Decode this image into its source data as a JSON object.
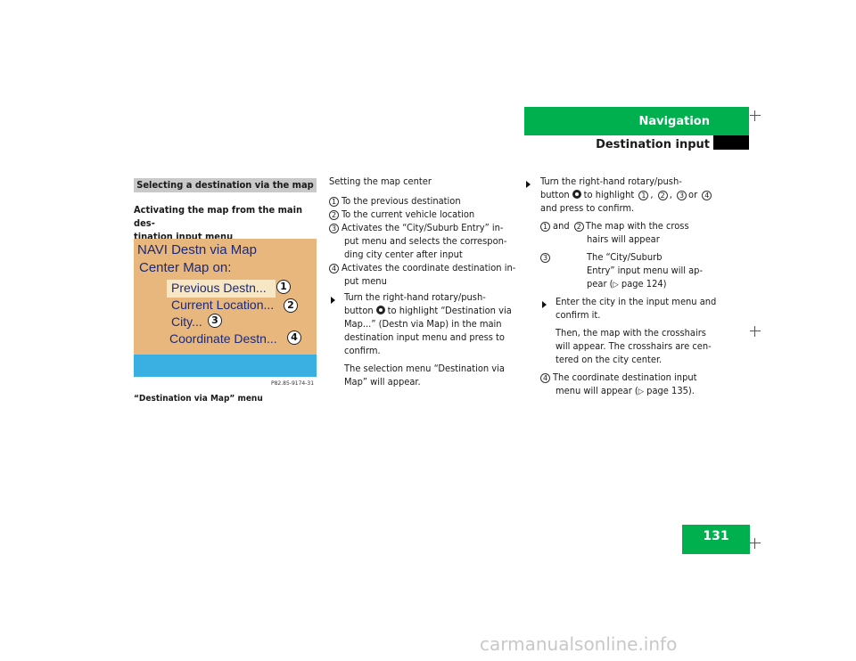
{
  "header": {
    "title": "Navigation",
    "subtitle": "Destination input"
  },
  "page_number": "131",
  "section": {
    "title": "Selecting a destination via the map",
    "heading_line1": "Activating the map from the main des-",
    "heading_line2": "tination input menu"
  },
  "screenshot": {
    "title": "NAVI Destn via Map",
    "subtitle": "Center Map on:",
    "items": [
      {
        "label": "Previous Destn...",
        "num": "1"
      },
      {
        "label": "Current Location...",
        "num": "2"
      },
      {
        "label": "City...",
        "num": "3"
      },
      {
        "label": "Coordinate Destn...",
        "num": "4"
      }
    ],
    "code": "P82.85-9174-31",
    "caption": "“Destination via Map” menu"
  },
  "col2": {
    "l0": "Setting the map center",
    "n1": "1",
    "l1": "To the previous destination",
    "n2": "2",
    "l2": "To the current vehicle location",
    "n3": "3",
    "l3": "Activates the “City/Suburb Entry” in-",
    "l3b": "put menu and selects the correspon-",
    "l3c": "ding city center after input",
    "n4": "4",
    "l4": "Activates the coordinate destination in-",
    "l4b": "put menu",
    "b1a": "Turn the right-hand rotary/push-",
    "b1b_pre": "button",
    "b1b_post": "to highlight “Destination via",
    "b1c": "Map...” (Destn via Map) in the main",
    "b1d": "destination input menu and press to",
    "b1e": "confirm.",
    "r1": "The selection menu “Destination via",
    "r2": "Map” will appear."
  },
  "col3": {
    "a1": "Turn the right-hand rotary/push-",
    "a2_pre": "button",
    "a2_mid": "to highlight",
    "n1": "1",
    "n2": "2",
    "n3": "3",
    "n4": "4",
    "sep1": ",",
    "sep2": ",",
    "or": "or",
    "a3": "and press to confirm.",
    "and": "and",
    "s1a": "The map with the cross",
    "s1b": "hairs will appear",
    "s3a": "The “City/Suburb",
    "s3b": "Entry” input menu will ap-",
    "s3c_pre": "pear (",
    "s3c_ref": "page 124)",
    "c1": "Enter the city in the input menu and",
    "c2": "confirm it.",
    "t1": "Then, the map with the crosshairs",
    "t2": "will appear. The crosshairs are cen-",
    "t3": "tered on the city center.",
    "t4": "The coordinate destination input",
    "t5_pre": "menu will appear (",
    "t5_ref": "page 135)."
  },
  "watermark": "carmanualsonline.info"
}
